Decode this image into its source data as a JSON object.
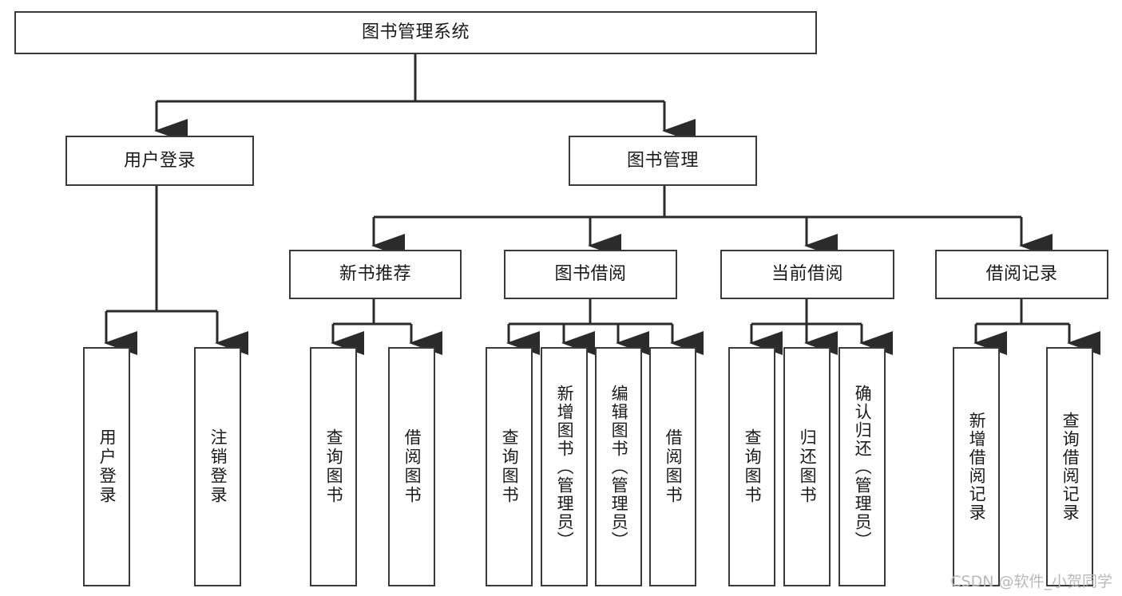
{
  "diagram": {
    "title": "图书管理系统",
    "type": "tree-hierarchy-chart",
    "colors": {
      "box_border": "#3a3a3a",
      "box_fill": "#ffffff",
      "connector": "#2b2b2b",
      "text": "#1a1a1a",
      "watermark": "#b9b9b9",
      "background": "#ffffff"
    }
  },
  "nodes": {
    "root": {
      "label": "图书管理系统"
    },
    "level2": [
      {
        "label": "用户登录"
      },
      {
        "label": "图书管理"
      }
    ],
    "level3": [
      {
        "label": "新书推荐"
      },
      {
        "label": "图书借阅"
      },
      {
        "label": "当前借阅"
      },
      {
        "label": "借阅记录"
      }
    ],
    "leaves": {
      "user_login": [
        {
          "label": "用户登录"
        },
        {
          "label": "注销登录"
        }
      ],
      "new_book_recommend": [
        {
          "label": "查询图书"
        },
        {
          "label": "借阅图书"
        }
      ],
      "book_borrow": [
        {
          "label": "查询图书"
        },
        {
          "label": "新增图书（管理员）"
        },
        {
          "label": "编辑图书（管理员）"
        },
        {
          "label": "借阅图书"
        }
      ],
      "current_borrow": [
        {
          "label": "查询图书"
        },
        {
          "label": "归还图书"
        },
        {
          "label": "确认归还（管理员）"
        }
      ],
      "borrow_record": [
        {
          "label": "新增借阅记录"
        },
        {
          "label": "查询借阅记录"
        }
      ]
    }
  },
  "watermark": {
    "text": "CSDN @软件_小贺同学"
  }
}
